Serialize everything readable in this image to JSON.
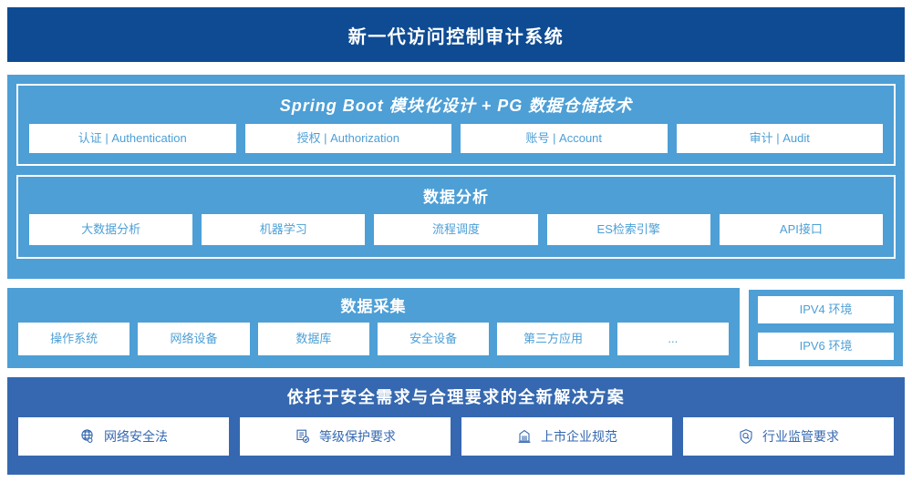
{
  "header": {
    "title": "新一代访问控制审计系统"
  },
  "architecture": {
    "spring": {
      "title": "Spring Boot 模块化设计 + PG 数据仓储技术",
      "modules": [
        {
          "label": "认证 | Authentication"
        },
        {
          "label": "授权 | Authorization"
        },
        {
          "label": "账号 | Account"
        },
        {
          "label": "审计 | Audit"
        }
      ]
    },
    "analysis": {
      "title": "数据分析",
      "modules": [
        {
          "label": "大数据分析"
        },
        {
          "label": "机器学习"
        },
        {
          "label": "流程调度"
        },
        {
          "label": "ES检索引擎"
        },
        {
          "label": "API接口"
        }
      ]
    }
  },
  "collection": {
    "title": "数据采集",
    "sources": [
      {
        "label": "操作系统"
      },
      {
        "label": "网络设备"
      },
      {
        "label": "数据库"
      },
      {
        "label": "安全设备"
      },
      {
        "label": "第三方应用"
      },
      {
        "label": "..."
      }
    ]
  },
  "environments": {
    "items": [
      {
        "label": "IPV4 环境"
      },
      {
        "label": "IPV6 环境"
      }
    ]
  },
  "solution": {
    "title": "依托于安全需求与合理要求的全新解决方案",
    "items": [
      {
        "label": "网络安全法",
        "icon": "globe-icon"
      },
      {
        "label": "等级保护要求",
        "icon": "document-check-icon"
      },
      {
        "label": "上市企业规范",
        "icon": "bank-building-icon"
      },
      {
        "label": "行业监管要求",
        "icon": "shield-search-icon"
      }
    ]
  },
  "colors": {
    "header_navy": "#0E4B93",
    "panel_blue": "#4D9FD6",
    "solution_blue": "#3568B0",
    "chip_bg": "#FFFFFF",
    "page_bg": "#FFFFFF"
  }
}
